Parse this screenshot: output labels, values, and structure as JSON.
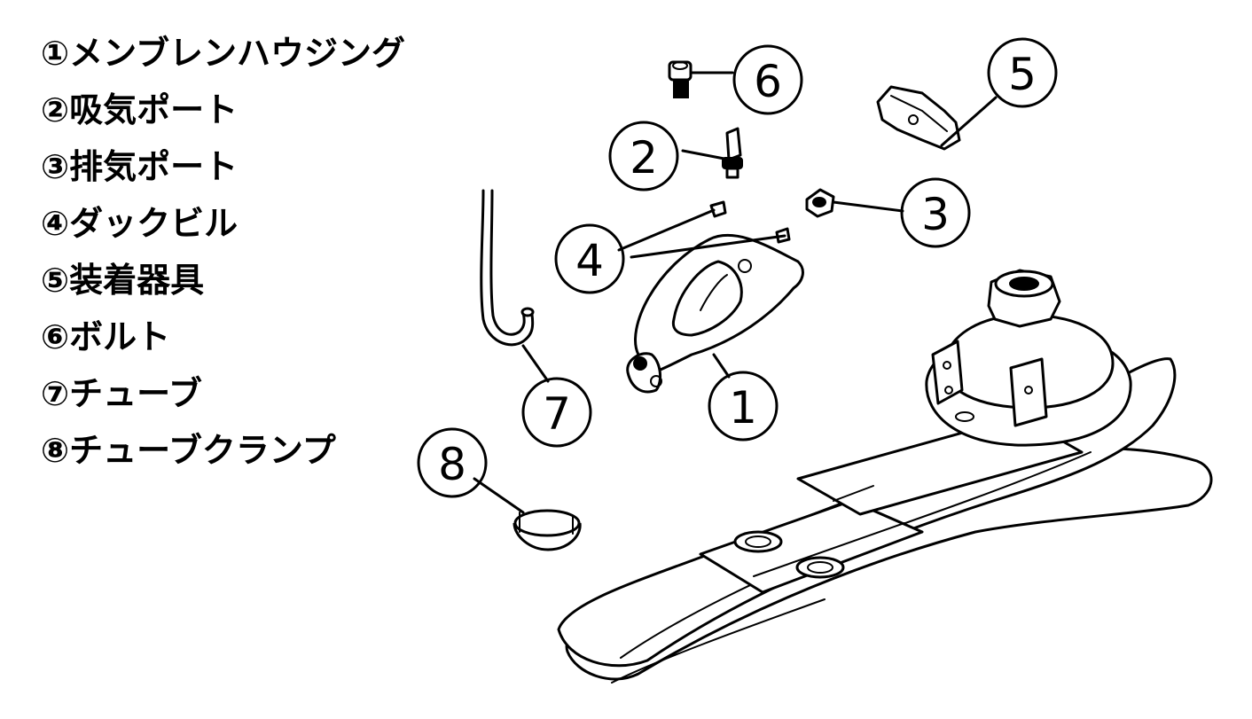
{
  "legend": [
    {
      "label": "①メンブレンハウジング"
    },
    {
      "label": "②吸気ポート"
    },
    {
      "label": "③排気ポート"
    },
    {
      "label": "④ダックビル"
    },
    {
      "label": "⑤装着器具"
    },
    {
      "label": "⑥ボルト"
    },
    {
      "label": "⑦チューブ"
    },
    {
      "label": "⑧チューブクランプ"
    }
  ],
  "callouts": [
    "1",
    "2",
    "3",
    "4",
    "5",
    "6",
    "7",
    "8"
  ]
}
